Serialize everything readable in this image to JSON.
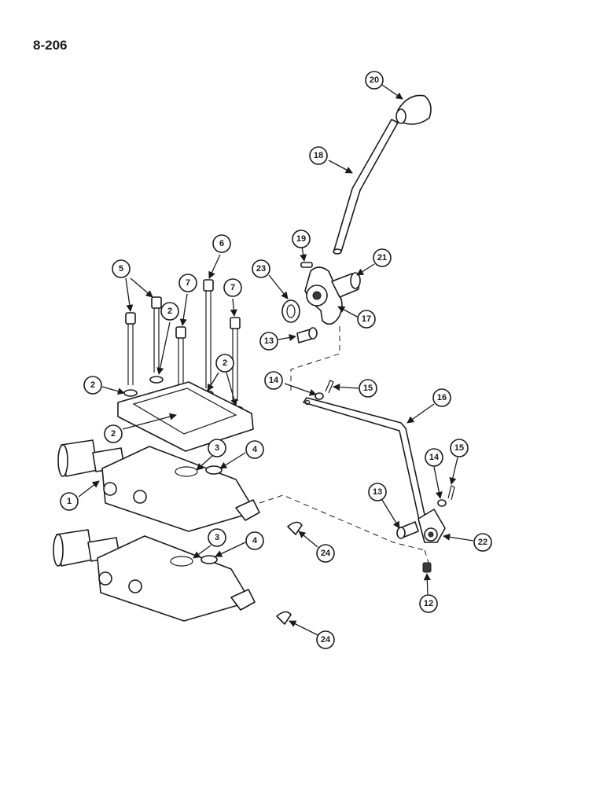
{
  "page_number": "8-206",
  "callouts": [
    "20",
    "18",
    "19",
    "23",
    "21",
    "17",
    "13",
    "6",
    "5",
    "7",
    "7",
    "2",
    "2",
    "2",
    "2",
    "14",
    "15",
    "16",
    "3",
    "4",
    "1",
    "13",
    "14",
    "15",
    "22",
    "24",
    "12",
    "3",
    "4",
    "24"
  ],
  "colors": {
    "ink": "#1a1a1a",
    "paper": "#ffffff"
  }
}
